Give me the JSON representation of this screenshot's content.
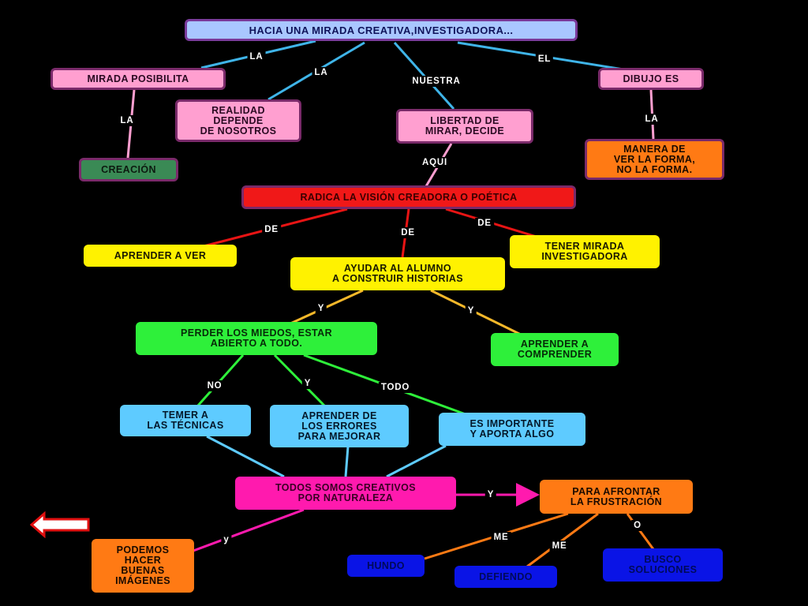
{
  "colors": {
    "background": "#000000",
    "blue_light": "#a9c7ff",
    "pink": "#ff9fd0",
    "green_dark": "#3a8a55",
    "orange": "#ff7a14",
    "red": "#f01818",
    "yellow": "#fff200",
    "green": "#2ef03a",
    "cyan": "#5ecbff",
    "magenta": "#ff1aae",
    "blue": "#0a14e6",
    "back_arrow": "#e01010"
  },
  "nodes": {
    "root": "HACIA UNA MIRADA CREATIVA,INVESTIGADORA...",
    "mirada_posibilita": "MIRADA POSIBILITA",
    "realidad": "REALIDAD\nDEPENDE\nDE NOSOTROS",
    "libertad": "LIBERTAD DE\nMIRAR, DECIDE",
    "dibujo": "DIBUJO ES",
    "creacion": "CREACIÓN",
    "manera": "MANERA DE\nVER LA FORMA,\nNO LA FORMA.",
    "radica": "RADICA LA VISIÓN CREADORA O POÉTICA",
    "aprender_ver": "APRENDER A VER",
    "ayudar": "AYUDAR AL ALUMNO\nA CONSTRUIR HISTORIAS",
    "tener_mirada": "TENER MIRADA\nINVESTIGADORA",
    "perder": "PERDER LOS MIEDOS, ESTAR\nABIERTO A TODO.",
    "aprender_comprender": "APRENDER A\nCOMPRENDER",
    "temer": "TEMER A\nLAS TÉCNICAS",
    "errores": "APRENDER DE\nLOS ERRORES\nPARA MEJORAR",
    "importante": "ES IMPORTANTE\nY APORTA ALGO",
    "todos": "TODOS SOMOS CREATIVOS\nPOR NATURALEZA",
    "frustracion": "PARA AFRONTAR\nLA FRUSTRACIÓN",
    "podemos": "PODEMOS\nHACER\nBUENAS\nIMÁGENES",
    "hundo": "HUNDO",
    "defiendo": "DEFIENDO",
    "busco": "BUSCO\nSOLUCIONES"
  },
  "labels": {
    "la1": "LA",
    "la2": "LA",
    "nuestra": "NUESTRA",
    "el": "EL",
    "la3": "LA",
    "la4": "LA",
    "aqui": "AQUI",
    "de1": "DE",
    "de2": "DE",
    "de3": "DE",
    "y1": "Y",
    "y2": "Y",
    "no": "NO",
    "y3": "Y",
    "todo": "TODO",
    "y4": "Y",
    "y5": "y",
    "me1": "ME",
    "me2": "ME",
    "o": "O"
  },
  "icons": {
    "back": "back-arrow-icon"
  }
}
